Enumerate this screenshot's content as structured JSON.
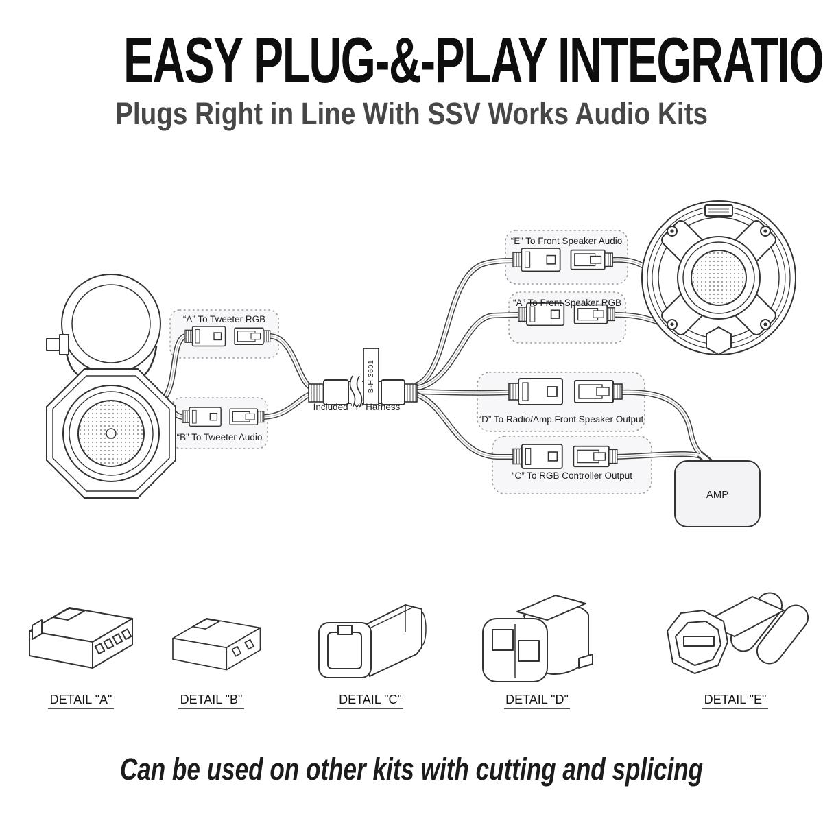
{
  "page": {
    "title": "EASY PLUG-&-PLAY INTEGRATION",
    "subtitle": "Plugs Right in Line With SSV Works Audio Kits",
    "footer": "Can be used on other kits with cutting and splicing"
  },
  "diagram": {
    "harness": {
      "tag": "B-H 3601",
      "label": "Included “Y” Harness"
    },
    "amp": {
      "label": "AMP"
    },
    "connections": [
      {
        "id": "a-tweeter-rgb",
        "label": "“A” To Tweeter RGB"
      },
      {
        "id": "b-tweeter-audio",
        "label": "“B” To Tweeter Audio"
      },
      {
        "id": "e-front-speaker-audio",
        "label": "“E” To Front Speaker Audio"
      },
      {
        "id": "a-front-speaker-rgb",
        "label": "“A” To Front Speaker RGB"
      },
      {
        "id": "d-radio-amp-front-speaker-output",
        "label": "“D” To Radio/Amp Front Speaker Output"
      },
      {
        "id": "c-rgb-controller-output",
        "label": "“C” To RGB Controller Output"
      }
    ],
    "figures": [
      "tweeter-with-clamp",
      "front-speaker",
      "amp-box",
      "y-harness-inline-connector"
    ]
  },
  "details": {
    "items": [
      {
        "label": "DETAIL \"A\""
      },
      {
        "label": "DETAIL \"B\""
      },
      {
        "label": "DETAIL \"C\""
      },
      {
        "label": "DETAIL \"D\""
      },
      {
        "label": "DETAIL \"E\""
      }
    ]
  },
  "colors": {
    "line": "#333333",
    "box_fill": "#f7f7f9",
    "box_border": "#9a9a9a",
    "title": "#0e0e0e",
    "subtitle": "#474747"
  }
}
